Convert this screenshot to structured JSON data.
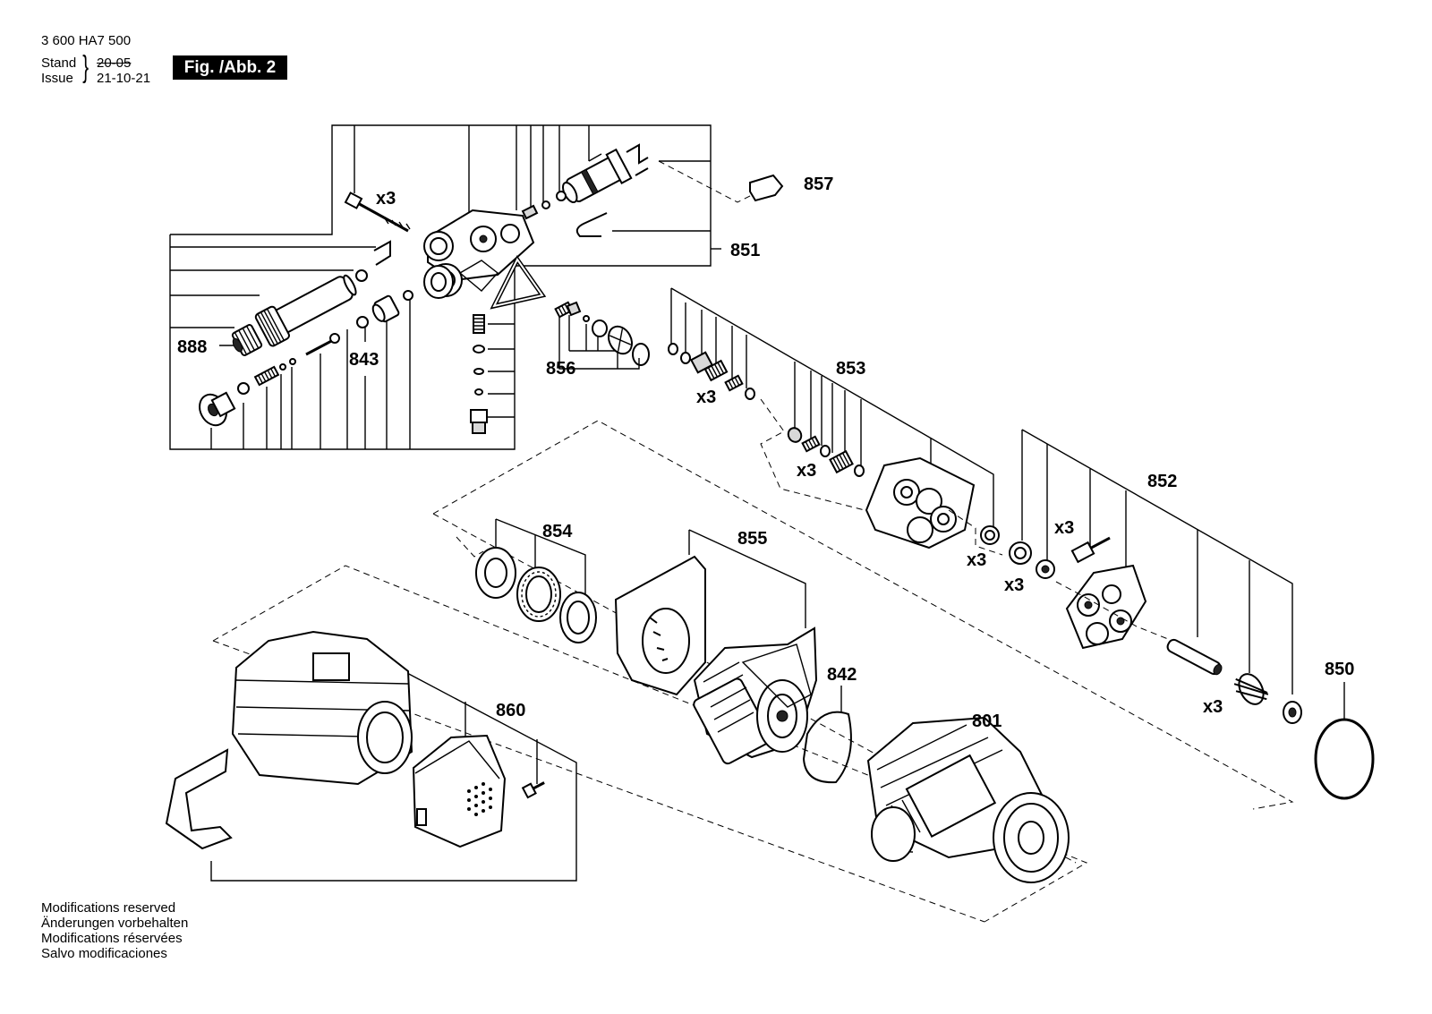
{
  "header": {
    "doc_number": "3 600 HA7 500",
    "stand_label": "Stand",
    "issue_label": "Issue",
    "old_date": "20-05",
    "issue_date": "21-10-21",
    "figure_label": "Fig. /Abb. 2"
  },
  "parts": {
    "p801": "801",
    "p842": "842",
    "p843": "843",
    "p850": "850",
    "p851": "851",
    "p852": "852",
    "p853": "853",
    "p854": "854",
    "p855": "855",
    "p856": "856",
    "p857": "857",
    "p860": "860",
    "p888": "888"
  },
  "quantities": {
    "q_top": "x3",
    "q_853a": "x3",
    "q_853b": "x3",
    "q_valve1": "x3",
    "q_valve2": "x3",
    "q_852": "x3",
    "q_spring": "x3"
  },
  "notes": [
    "Modifications reserved",
    "Änderungen vorbehalten",
    "Modifications réservées",
    "Salvo modificaciones"
  ]
}
